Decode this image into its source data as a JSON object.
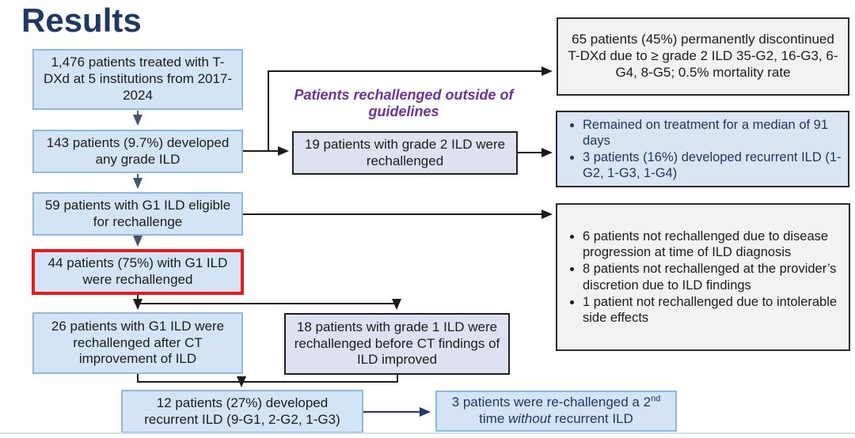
{
  "title": "Results",
  "colors": {
    "title_navy": "#1f3864",
    "box_blue_bg": "#d2e4f5",
    "box_blue_border": "#8fb8de",
    "box_lavender_bg": "#dde1f0",
    "box_gray_bg": "#f2f2f2",
    "highlight_red": "#ec1a17",
    "purple_label": "#7030a0",
    "arrow_black": "#1a1a1a",
    "arrow_slate": "#44546a",
    "arrow_navy": "#1f3864"
  },
  "flow": {
    "box_total": {
      "text": "1,476 patients treated with T-DXd at 5 institutions from 2017-2024"
    },
    "box_any_grade": {
      "text": "143 patients (9.7%) developed any grade ILD"
    },
    "box_eligible": {
      "text": "59 patients with G1 ILD eligible for rechallenge"
    },
    "box_rechallenged": {
      "text": "44 patients (75%) with G1 ILD were rechallenged"
    },
    "box_after_ct": {
      "text": "26 patients with G1 ILD were rechallenged after CT improvement of ILD"
    },
    "box_before_ct": {
      "text": "18 patients with grade 1 ILD were rechallenged before CT findings of ILD improved"
    },
    "box_recurrent": {
      "text": "12 patients (27%) developed recurrent ILD (9-G1, 2-G2, 1-G3)"
    },
    "box_grade2": {
      "text": "19 patients with grade 2 ILD were rechallenged"
    },
    "label_outside_guidelines": "Patients rechallenged outside of guidelines",
    "box_discontinued": {
      "text": "65 patients (45%) permanently discontinued T-DXd due to ≥ grade 2 ILD 35-G2, 16-G3, 6-G4, 8-G5; 0.5% mortality rate"
    },
    "box_remained": {
      "bullets": [
        "Remained on treatment for a median of 91 days",
        "3 patients (16%) developed recurrent ILD (1-G2, 1-G3, 1-G4)"
      ]
    },
    "box_not_rechallenged": {
      "bullets": [
        "6 patients not rechallenged due to disease progression at time of ILD diagnosis",
        "8 patients not rechallenged at the provider’s discretion due to ILD findings",
        "1 patient not rechallenged due to intolerable side effects"
      ]
    },
    "box_second_rechallenge": {
      "pre": "3 patients were re-challenged a 2",
      "sup": "nd",
      "mid": " time ",
      "em": "without",
      "post": " recurrent ILD"
    }
  }
}
